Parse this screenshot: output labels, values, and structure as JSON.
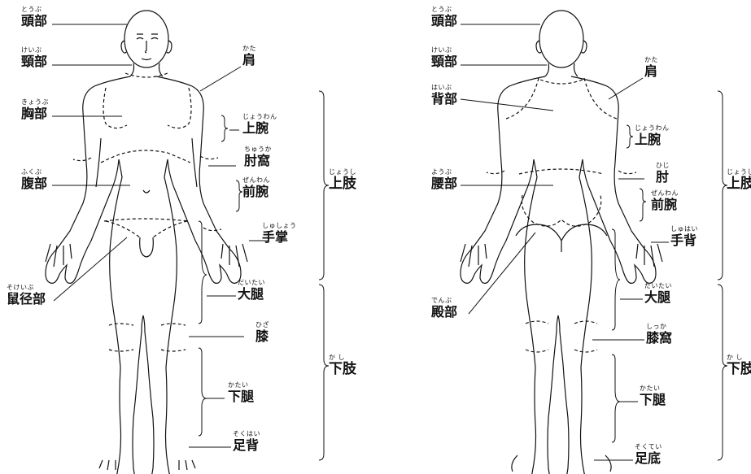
{
  "front": {
    "head": {
      "ruby": "とうぶ",
      "kanji": "頭部"
    },
    "neck": {
      "ruby": "けいぶ",
      "kanji": "頸部"
    },
    "shoulder": {
      "ruby": "かた",
      "kanji": "肩"
    },
    "chest": {
      "ruby": "きょうぶ",
      "kanji": "胸部"
    },
    "upper_arm": {
      "ruby": "じょうわん",
      "kanji": "上腕"
    },
    "elbow_fossa": {
      "ruby": "ちゅうか",
      "kanji": "肘窩"
    },
    "abdomen": {
      "ruby": "ふくぶ",
      "kanji": "腹部"
    },
    "forearm": {
      "ruby": "ぜんわん",
      "kanji": "前腕"
    },
    "upper_limb": {
      "ruby": "じょうし",
      "kanji": "上肢"
    },
    "palm": {
      "ruby": "しゅしょう",
      "kanji": "手掌"
    },
    "groin": {
      "ruby": "そけいぶ",
      "kanji": "鼠径部"
    },
    "thigh": {
      "ruby": "だいたい",
      "kanji": "大腿"
    },
    "knee": {
      "ruby": "ひざ",
      "kanji": "膝"
    },
    "lower_limb": {
      "ruby": "か し",
      "kanji": "下肢"
    },
    "lower_leg": {
      "ruby": "かたい",
      "kanji": "下腿"
    },
    "dorsum_foot": {
      "ruby": "そくはい",
      "kanji": "足背"
    }
  },
  "back": {
    "head": {
      "ruby": "とうぶ",
      "kanji": "頭部"
    },
    "neck": {
      "ruby": "けいぶ",
      "kanji": "頸部"
    },
    "shoulder": {
      "ruby": "かた",
      "kanji": "肩"
    },
    "back": {
      "ruby": "はいぶ",
      "kanji": "背部"
    },
    "upper_arm": {
      "ruby": "じょうわん",
      "kanji": "上腕"
    },
    "elbow": {
      "ruby": "ひじ",
      "kanji": "肘"
    },
    "lumbar": {
      "ruby": "ようぶ",
      "kanji": "腰部"
    },
    "forearm": {
      "ruby": "ぜんわん",
      "kanji": "前腕"
    },
    "upper_limb": {
      "ruby": "じょうし",
      "kanji": "上肢"
    },
    "dorsum_hand": {
      "ruby": "しゅはい",
      "kanji": "手背"
    },
    "buttock": {
      "ruby": "でんぶ",
      "kanji": "殿部"
    },
    "thigh": {
      "ruby": "だいたい",
      "kanji": "大腿"
    },
    "knee_fossa": {
      "ruby": "しっか",
      "kanji": "膝窩"
    },
    "lower_limb": {
      "ruby": "か し",
      "kanji": "下肢"
    },
    "lower_leg": {
      "ruby": "かたい",
      "kanji": "下腿"
    },
    "sole": {
      "ruby": "そくてい",
      "kanji": "足底"
    }
  }
}
